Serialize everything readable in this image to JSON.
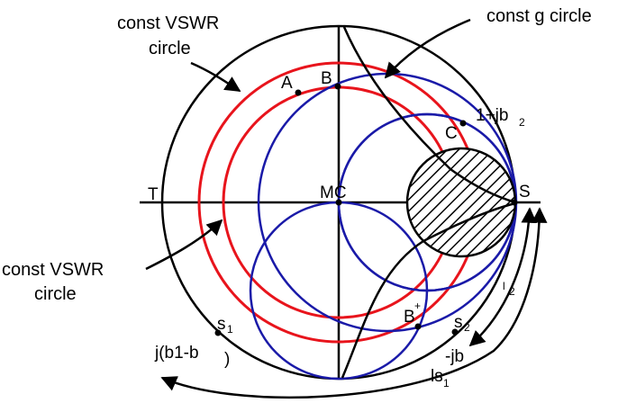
{
  "colors": {
    "outer": "#000000",
    "vswr": "#e8141c",
    "g_circle": "#1a1aa8",
    "axes": "#000000",
    "hatch": "#000000"
  },
  "labels": {
    "const_vswr_top_line1": "const VSWR",
    "const_vswr_top_line2": "circle",
    "const_g": "const g circle",
    "const_vswr_left_line1": "const VSWR",
    "const_vswr_left_line2": "circle",
    "point_a": "A",
    "point_b": "B",
    "point_b_prime": "B",
    "point_b_prime_mark": "+",
    "point_c": "C",
    "point_mc": "MC",
    "point_t": "T",
    "point_s": "S",
    "jb2": "1+jb",
    "jb2_sub": "2",
    "neg_jb": "-jb",
    "s1": "s",
    "s1_sub": "1",
    "s2": "s",
    "s2_sub": "2",
    "j_b1_b": "j(b1-b",
    "j_b1_b_close": ")",
    "l2": "l",
    "l2_sub": "2",
    "ls1": "ls",
    "ls1_sub": "1"
  }
}
